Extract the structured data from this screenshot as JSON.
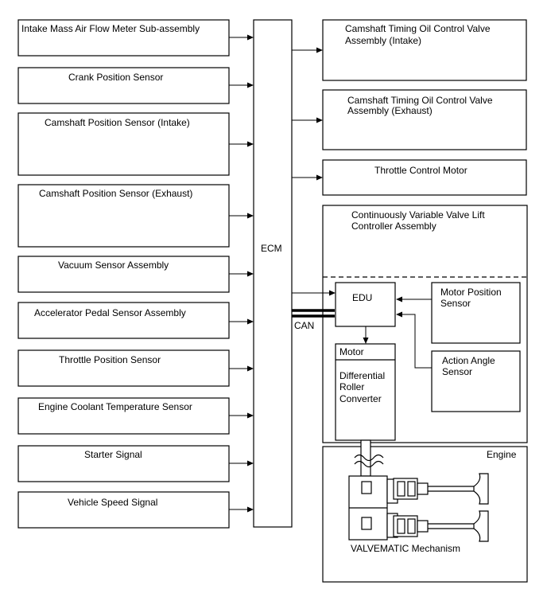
{
  "inputs": [
    {
      "label": "Intake Mass Air Flow Meter Sub-assembly"
    },
    {
      "label": "Crank Position Sensor"
    },
    {
      "label": "Camshaft Position Sensor (Intake)"
    },
    {
      "label": "Camshaft Position Sensor (Exhaust)"
    },
    {
      "label": "Vacuum Sensor Assembly"
    },
    {
      "label": "Accelerator Pedal Sensor Assembly"
    },
    {
      "label": "Throttle Position Sensor"
    },
    {
      "label": "Engine Coolant Temperature Sensor"
    },
    {
      "label": "Starter Signal"
    },
    {
      "label": "Vehicle Speed Signal"
    }
  ],
  "ecm": {
    "label": "ECM"
  },
  "outputs": [
    {
      "line1": "Camshaft Timing Oil Control Valve",
      "line2": "Assembly (Intake)"
    },
    {
      "line1": "Camshaft Timing Oil Control Valve",
      "line2": "Assembly (Exhaust)"
    },
    {
      "line1": "Throttle Control Motor",
      "line2": ""
    }
  ],
  "cvvl": {
    "title_line1": "Continuously Variable Valve Lift",
    "title_line2": "Controller Assembly",
    "edu": "EDU",
    "can": "CAN",
    "motor_position_line1": "Motor Position",
    "motor_position_line2": "Sensor",
    "action_angle_line1": "Action Angle",
    "action_angle_line2": "Sensor",
    "motor": "Motor",
    "diff_line1": "Differential",
    "diff_line2": "Roller",
    "diff_line3": "Converter"
  },
  "engine": {
    "label": "Engine",
    "mechanism_label": "VALVEMATIC Mechanism"
  }
}
